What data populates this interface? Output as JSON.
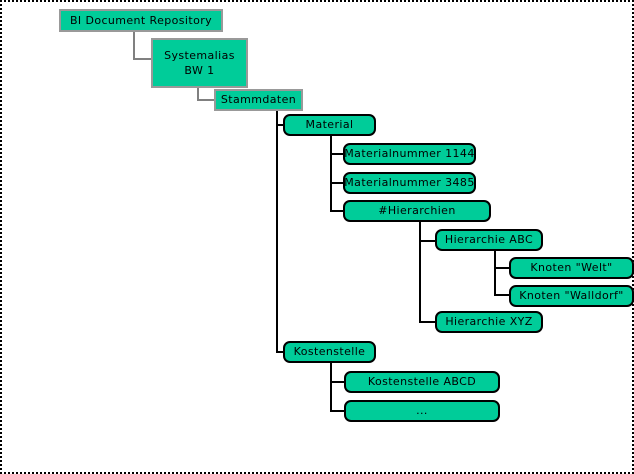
{
  "page": {
    "title": "BI Document Repository Tree",
    "background_color": "#ffffff",
    "frame_style": "dotted",
    "frame_color": "#000000"
  },
  "theme": {
    "node_fill": "#00cc99",
    "node_border_top": "#999999",
    "node_border_child": "#000000",
    "connector_top": "#808080",
    "connector_child": "#000000",
    "text_color": "#000000"
  },
  "tree": {
    "root": {
      "id": "bi-document-repository",
      "label": "BI Document Repository",
      "level": 0
    },
    "nodes": [
      {
        "id": "bi-document-repository",
        "label": "BI Document Repository",
        "level": 0,
        "shape": "rect",
        "parent": null
      },
      {
        "id": "systemalias-bw1",
        "label": "Systemalias\nBW 1",
        "line1": "Systemalias",
        "line2": "BW 1",
        "level": 1,
        "shape": "rect",
        "parent": "bi-document-repository"
      },
      {
        "id": "stammdaten",
        "label": "Stammdaten",
        "level": 2,
        "shape": "rect",
        "parent": "systemalias-bw1"
      },
      {
        "id": "material",
        "label": "Material",
        "level": 3,
        "shape": "rounded",
        "parent": "stammdaten"
      },
      {
        "id": "materialnummer-1144",
        "label": "Materialnummer 1144",
        "level": 4,
        "shape": "rounded",
        "parent": "material"
      },
      {
        "id": "materialnummer-3485",
        "label": "Materialnummer 3485",
        "level": 4,
        "shape": "rounded",
        "parent": "material"
      },
      {
        "id": "hierarchien",
        "label": "#Hierarchien",
        "level": 4,
        "shape": "rounded",
        "parent": "material"
      },
      {
        "id": "hierarchie-abc",
        "label": "Hierarchie ABC",
        "level": 5,
        "shape": "rounded",
        "parent": "hierarchien"
      },
      {
        "id": "knoten-welt",
        "label": "Knoten \"Welt\"",
        "level": 6,
        "shape": "rounded",
        "parent": "hierarchie-abc"
      },
      {
        "id": "knoten-walldorf",
        "label": "Knoten \"Walldorf\"",
        "level": 6,
        "shape": "rounded",
        "parent": "hierarchie-abc"
      },
      {
        "id": "hierarchie-xyz",
        "label": "Hierarchie XYZ",
        "level": 5,
        "shape": "rounded",
        "parent": "hierarchien"
      },
      {
        "id": "kostenstelle",
        "label": "Kostenstelle",
        "level": 3,
        "shape": "rounded",
        "parent": "stammdaten"
      },
      {
        "id": "kostenstelle-abcd",
        "label": "Kostenstelle ABCD",
        "level": 4,
        "shape": "rounded",
        "parent": "kostenstelle"
      },
      {
        "id": "kostenstelle-more",
        "label": "...",
        "level": 4,
        "shape": "rounded",
        "parent": "kostenstelle"
      }
    ]
  },
  "labels": {
    "bi_document_repository": "BI Document Repository",
    "systemalias_line1": "Systemalias",
    "systemalias_line2": "BW 1",
    "stammdaten": "Stammdaten",
    "material": "Material",
    "materialnummer_1144": "Materialnummer 1144",
    "materialnummer_3485": "Materialnummer 3485",
    "hierarchien": "#Hierarchien",
    "hierarchie_abc": "Hierarchie ABC",
    "knoten_welt": "Knoten \"Welt\"",
    "knoten_walldorf": "Knoten \"Walldorf\"",
    "hierarchie_xyz": "Hierarchie XYZ",
    "kostenstelle": "Kostenstelle",
    "kostenstelle_abcd": "Kostenstelle ABCD",
    "kostenstelle_more": "..."
  }
}
